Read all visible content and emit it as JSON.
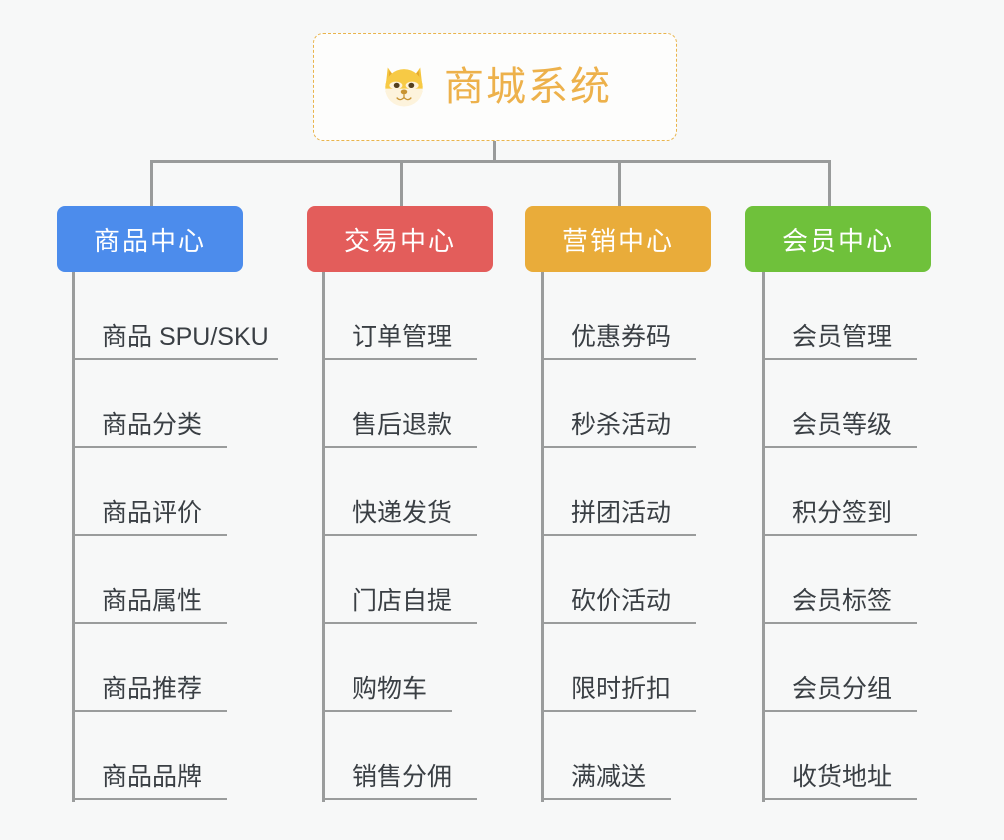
{
  "page": {
    "background": "#f7f8f8",
    "line_color": "#9a9c9c"
  },
  "root": {
    "title": "商城系统",
    "icon": "shiba-dog-emoji",
    "text_color": "#edb14b",
    "border_color": "#e9b44c"
  },
  "columns": [
    {
      "title": "商品中心",
      "color": "#4c8cec",
      "items": [
        "商品 SPU/SKU",
        "商品分类",
        "商品评价",
        "商品属性",
        "商品推荐",
        "商品品牌"
      ]
    },
    {
      "title": "交易中心",
      "color": "#e35d5b",
      "items": [
        "订单管理",
        "售后退款",
        "快递发货",
        "门店自提",
        "购物车",
        "销售分佣"
      ]
    },
    {
      "title": "营销中心",
      "color": "#e9ac3a",
      "items": [
        "优惠券码",
        "秒杀活动",
        "拼团活动",
        "砍价活动",
        "限时折扣",
        "满减送"
      ]
    },
    {
      "title": "会员中心",
      "color": "#6fc13b",
      "items": [
        "会员管理",
        "会员等级",
        "积分签到",
        "会员标签",
        "会员分组",
        "收货地址"
      ]
    }
  ]
}
